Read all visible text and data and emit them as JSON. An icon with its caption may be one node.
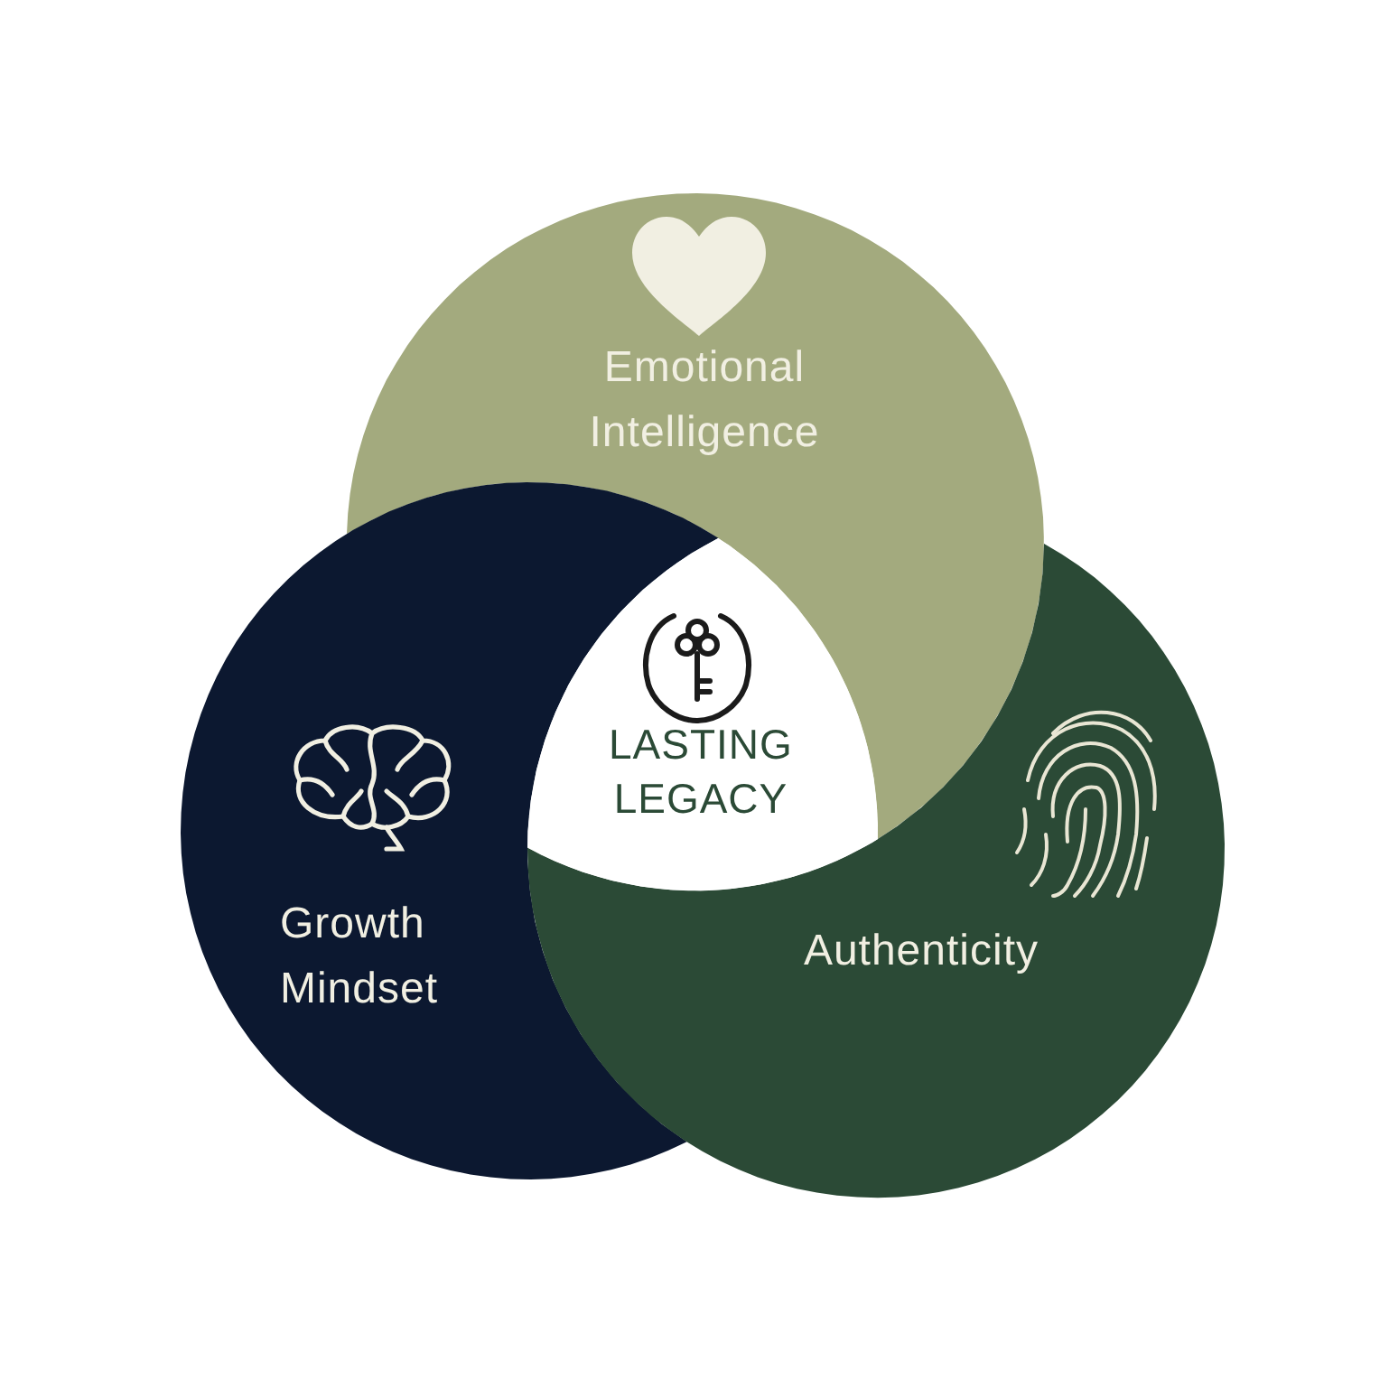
{
  "diagram": {
    "nodes": [
      {
        "text": [
          "Emotional Intelligence"
        ]
      },
      {
        "text": [
          "Growth Mindset"
        ]
      },
      {
        "text": [
          "Authenticity"
        ]
      },
      {
        "text": [
          "LASTING LEGACY"
        ]
      }
    ]
  }
}
